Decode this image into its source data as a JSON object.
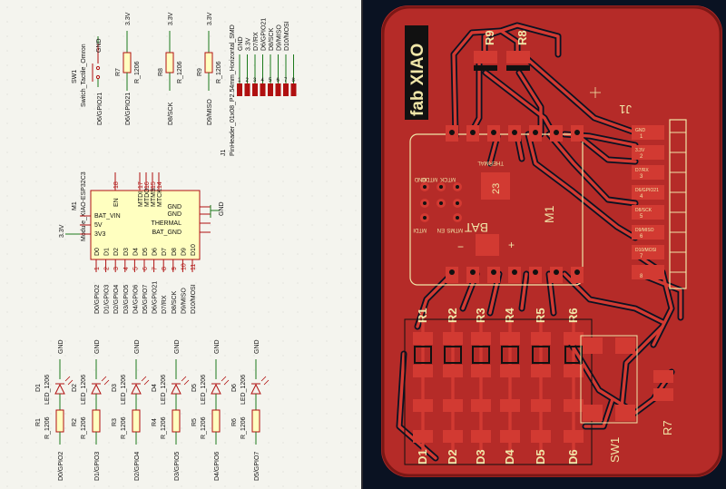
{
  "schematic": {
    "sw1": {
      "ref": "SW1",
      "value": "Switch_Tactile_Omron",
      "gnd": "GND",
      "net": "D6/GPIO21"
    },
    "pullups": [
      {
        "ref": "R7",
        "value": "R_1206",
        "vcc": "3.3V",
        "net": "D6/GPIO21"
      },
      {
        "ref": "R8",
        "value": "R_1206",
        "vcc": "3.3V",
        "net": "D8/SCK"
      },
      {
        "ref": "R9",
        "value": "R_1206",
        "vcc": "3.3V",
        "net": "D9/MISO"
      }
    ],
    "j1": {
      "ref": "J1",
      "value": "PinHeader_01x08_P2.54mm_Horizontal_SMD",
      "pins": [
        "GND",
        "3.3V",
        "D7/RX",
        "D6/GPIO21",
        "D8/SCK",
        "D9/MISO",
        "D10/MOSI"
      ],
      "numbers": [
        "1",
        "2",
        "3",
        "4",
        "5",
        "6",
        "7",
        "8"
      ]
    },
    "m1": {
      "ref": "M1",
      "value": "Module_XIAO-ESP32C3",
      "top_pins": [
        "EN",
        "MTDI",
        "MTDO",
        "MTMS",
        "MTCK"
      ],
      "top_nums": [
        "18",
        "17",
        "16",
        "15",
        "14"
      ],
      "right_labels": [
        "GND",
        "GND",
        "THERMAL",
        "BAT_GND"
      ],
      "left_labels": [
        "BAT_VIN",
        "5V",
        "3V3"
      ],
      "bottom_labels": [
        "D0",
        "D1",
        "D2",
        "D3",
        "D4",
        "D5",
        "D6",
        "D7",
        "D8",
        "D9",
        "D10"
      ],
      "bottom_nums": [
        "1",
        "2",
        "3",
        "4",
        "5",
        "6",
        "7",
        "8",
        "9",
        "10",
        "11"
      ],
      "left_net": "3.3V",
      "right_net": "GND"
    },
    "bottom_nets": [
      "D0/GPIO2",
      "D1/GPIO3",
      "D2/GPIO4",
      "D3/GPIO5",
      "D4/GPIO6",
      "D5/GPIO7",
      "D6/GPIO21",
      "D7/RX",
      "D8/SCK",
      "D9/MISO",
      "D10/MOSI"
    ],
    "leds": [
      {
        "ref": "D1",
        "value": "LED_1206",
        "r_ref": "R1",
        "r_value": "R_1206",
        "net": "D0/GPIO2",
        "gnd": "GND"
      },
      {
        "ref": "D2",
        "value": "LED_1206",
        "r_ref": "R2",
        "r_value": "R_1206",
        "net": "D1/GPIO3",
        "gnd": "GND"
      },
      {
        "ref": "D3",
        "value": "LED_1206",
        "r_ref": "R3",
        "r_value": "R_1206",
        "net": "D2/GPIO4",
        "gnd": "GND"
      },
      {
        "ref": "D4",
        "value": "LED_1206",
        "r_ref": "R4",
        "r_value": "R_1206",
        "net": "D3/GPIO5",
        "gnd": "GND"
      },
      {
        "ref": "D5",
        "value": "LED_1206",
        "r_ref": "R5",
        "r_value": "R_1206",
        "net": "D4/GPIO6",
        "gnd": "GND"
      },
      {
        "ref": "D6",
        "value": "LED_1206",
        "r_ref": "R6",
        "r_value": "R_1206",
        "net": "D5/GPIO7",
        "gnd": "GND"
      }
    ]
  },
  "pcb": {
    "logo": "fab XIAO",
    "top_refs": [
      "R9",
      "R8"
    ],
    "j1_ref": "J1",
    "j1_pin_nums": [
      "1",
      "2",
      "3",
      "4",
      "5",
      "6",
      "7",
      "8"
    ],
    "j1_pin_nets": [
      "GND",
      "3.3V",
      "D7/RX",
      "D6/GPIO21",
      "D8/SCK",
      "D9/MISO",
      "D10/MOSI",
      ""
    ],
    "module_ref": "M1",
    "pad23": "23",
    "bat": "BAT",
    "minus": "−",
    "plus": "+",
    "thermal": "THERMAL",
    "jtag_labels": [
      "GND",
      "MTDO",
      "MTCK",
      "MTDI",
      "EN",
      "MTMS"
    ],
    "bottom_res": [
      "R1",
      "R2",
      "R3",
      "R4",
      "R5",
      "R6"
    ],
    "bottom_leds": [
      "D1",
      "D2",
      "D3",
      "D4",
      "D5",
      "D6"
    ],
    "sw_ref": "SW1",
    "r7_ref": "R7"
  },
  "colors": {
    "sch_bg": "#f4f4ee",
    "sch_wire": "#1c7a1c",
    "sch_body": "#ffffc0",
    "sch_red": "#b01010",
    "copper": "#d23a32",
    "silk": "#f0e6a8",
    "board": "#0a1222"
  }
}
